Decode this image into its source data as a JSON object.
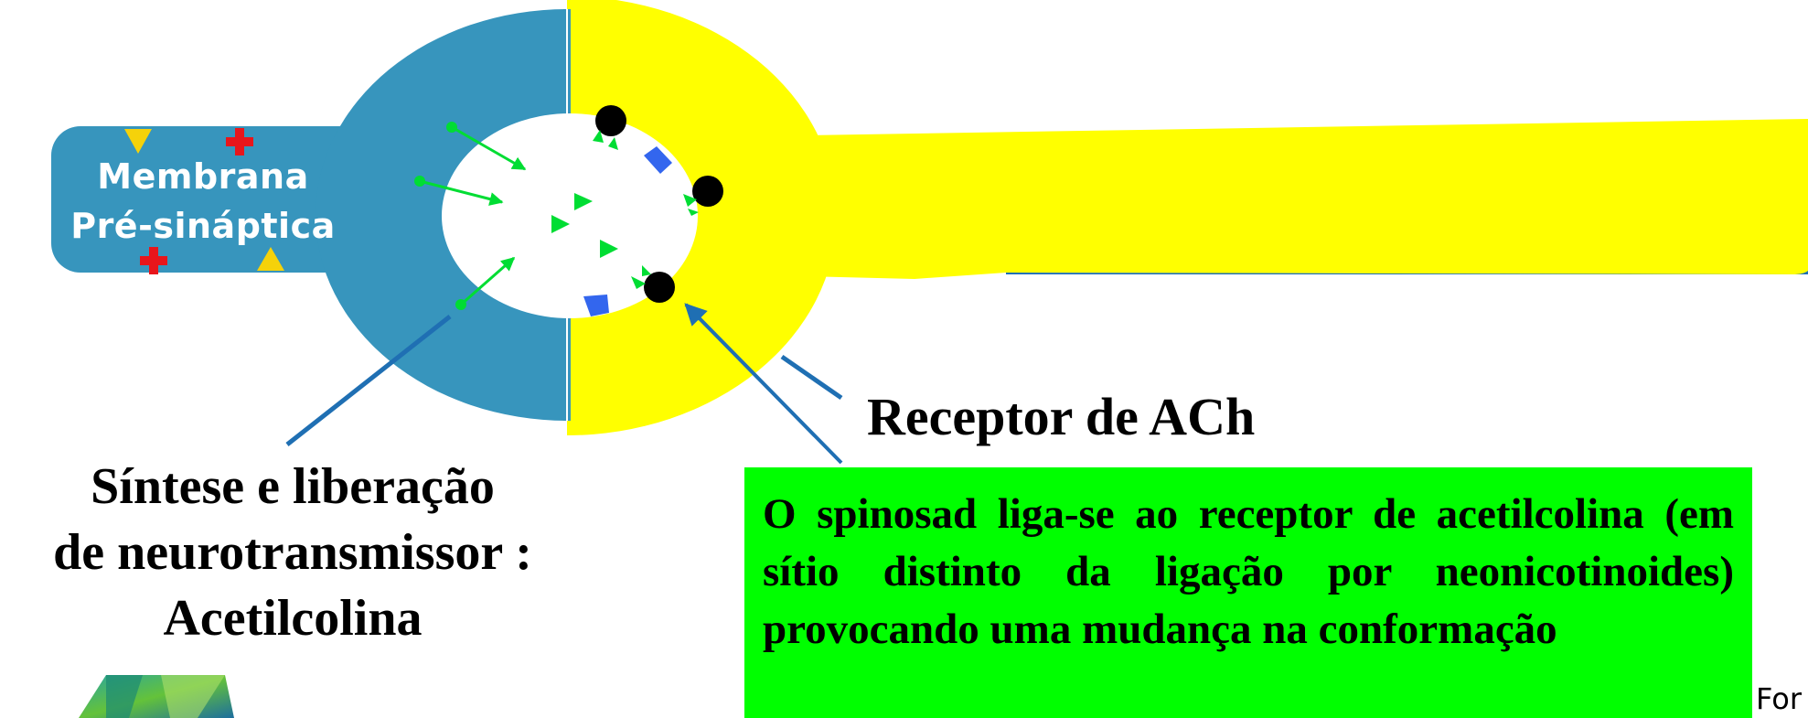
{
  "presynaptic": {
    "line1": "Membrana",
    "line2": "Pré-sináptica"
  },
  "receptor_label": "Receptor de ACh",
  "synthesis": {
    "line1": "Síntese e liberação",
    "line2": "de neurotransmissor :",
    "line3": "Acetilcolina"
  },
  "spinosad_box": {
    "text": "O spinosad liga-se ao receptor de acetilcolina (em sítio distinto da ligação por neonicotinoides) provocando uma mudança na conformação"
  },
  "source_fragment": "For",
  "colors": {
    "presynaptic": "#3795bd",
    "postsynaptic": "#ffff00",
    "cleft": "#ffffff",
    "neurotransmitter": "#00dd33",
    "receptor": "#000000",
    "spinosad_block": "#3366ee",
    "pointer_line": "#1f6fb3",
    "annotation_box": "#00ff00",
    "accent_red": "#e8161b",
    "accent_triangle": "#f5d20a"
  },
  "icons": [
    "red-cross-icon",
    "yellow-triangle-icon",
    "logo-icon"
  ]
}
